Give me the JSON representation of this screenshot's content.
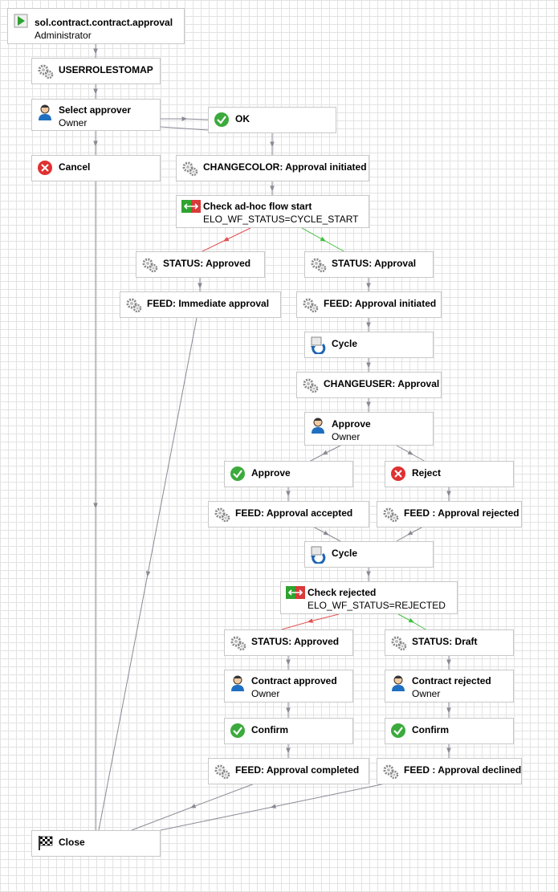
{
  "nodes": {
    "start": {
      "title": "sol.contract.contract.approval",
      "sub": "Administrator",
      "icon": "play-icon"
    },
    "userrolestomap": {
      "title": "USERROLESTOMAP",
      "icon": "gears-icon"
    },
    "select_approver": {
      "title": "Select approver",
      "sub": "Owner",
      "icon": "user-icon"
    },
    "ok": {
      "title": "OK",
      "icon": "check-icon"
    },
    "cancel": {
      "title": "Cancel",
      "icon": "cancel-icon"
    },
    "changecolor": {
      "title": "CHANGECOLOR: Approval initiated",
      "icon": "gears-icon"
    },
    "check_adhoc": {
      "title": "Check ad-hoc flow start",
      "sub": "ELO_WF_STATUS=CYCLE_START",
      "icon": "decision-icon"
    },
    "status_approved_1": {
      "title": "STATUS: Approved",
      "icon": "gears-icon"
    },
    "status_approval": {
      "title": "STATUS: Approval",
      "icon": "gears-icon"
    },
    "feed_immediate": {
      "title": "FEED: Immediate approval",
      "icon": "gears-icon"
    },
    "feed_initiated": {
      "title": "FEED: Approval initiated",
      "icon": "gears-icon"
    },
    "cycle_1": {
      "title": "Cycle",
      "icon": "cycle-icon"
    },
    "changeuser": {
      "title": "CHANGEUSER: Approval",
      "icon": "gears-icon"
    },
    "approve_user": {
      "title": "Approve",
      "sub": "Owner",
      "icon": "user-icon"
    },
    "approve": {
      "title": "Approve",
      "icon": "check-icon"
    },
    "reject": {
      "title": "Reject",
      "icon": "cancel-icon"
    },
    "feed_accepted": {
      "title": "FEED: Approval accepted",
      "icon": "gears-icon"
    },
    "feed_rejected": {
      "title": "FEED : Approval rejected",
      "icon": "gears-icon"
    },
    "cycle_2": {
      "title": "Cycle",
      "icon": "cycle-icon"
    },
    "check_rejected": {
      "title": "Check rejected",
      "sub": "ELO_WF_STATUS=REJECTED",
      "icon": "decision-icon"
    },
    "status_approved_2": {
      "title": "STATUS: Approved",
      "icon": "gears-icon"
    },
    "status_draft": {
      "title": "STATUS: Draft",
      "icon": "gears-icon"
    },
    "contract_approved": {
      "title": "Contract approved",
      "sub": "Owner",
      "icon": "user-icon"
    },
    "contract_rejected": {
      "title": "Contract rejected",
      "sub": "Owner",
      "icon": "user-icon"
    },
    "confirm_1": {
      "title": "Confirm",
      "icon": "check-icon"
    },
    "confirm_2": {
      "title": "Confirm",
      "icon": "check-icon"
    },
    "feed_completed": {
      "title": "FEED: Approval completed",
      "icon": "gears-icon"
    },
    "feed_declined": {
      "title": "FEED : Approval declined",
      "icon": "gears-icon"
    },
    "close": {
      "title": "Close",
      "icon": "finish-flag-icon"
    }
  },
  "colors": {
    "edge": "#8a8a96",
    "edge_false": "#e05050",
    "edge_true": "#40c040",
    "node_border": "#c8c8c8",
    "grid": "#e3e3e3"
  }
}
